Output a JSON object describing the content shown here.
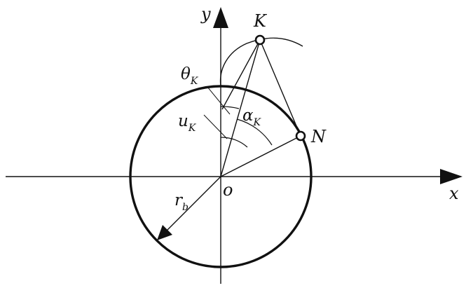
{
  "labels": {
    "y_axis": "y",
    "x_axis": "x",
    "origin": "o",
    "point_K": "K",
    "point_N": "N",
    "theta_main": "θ",
    "theta_sub": "K",
    "u_main": "u",
    "u_sub": "K",
    "alpha_main": "α",
    "alpha_sub": "K",
    "r_main": "r",
    "r_sub": "b"
  },
  "colors": {
    "stroke": "#111111",
    "background": "#ffffff"
  }
}
